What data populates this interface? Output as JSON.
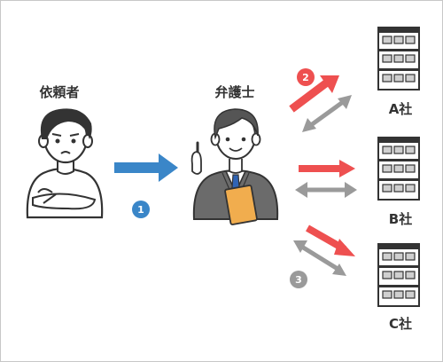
{
  "labels": {
    "client": "依頼者",
    "lawyer": "弁護士",
    "company_a": "A社",
    "company_b": "B社",
    "company_c": "C社"
  },
  "steps": {
    "step1": "1",
    "step2": "2",
    "step3": "3"
  },
  "colors": {
    "blue": "#3a86c8",
    "red": "#ee5050",
    "gray": "#9a9a9a",
    "lawyer_suit": "#6b6b6b",
    "tie": "#2f64b5",
    "envelope": "#f1ad4e"
  }
}
